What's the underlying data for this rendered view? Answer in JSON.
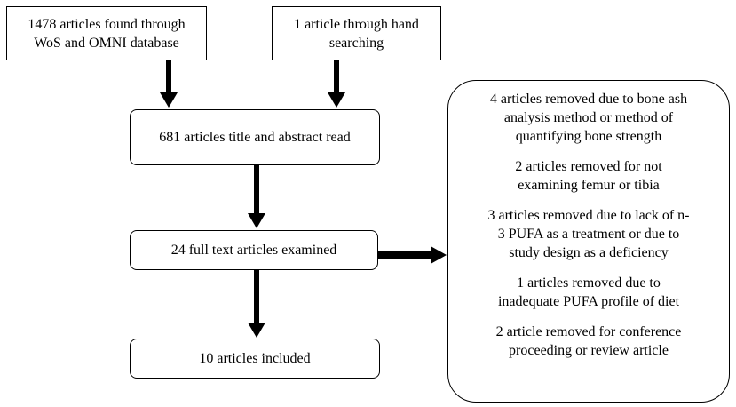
{
  "boxes": {
    "wos_search": [
      "1478 articles found through",
      "WoS and OMNI database"
    ],
    "hand_search": [
      "1 article through hand",
      "searching"
    ],
    "title_abstract": "681 articles title and abstract read",
    "full_text": "24 full text articles examined",
    "included": "10 articles included"
  },
  "removed": [
    [
      "4 articles removed due to bone ash",
      "analysis method or method of",
      "quantifying bone strength"
    ],
    [
      "2 articles removed for not",
      "examining femur or tibia"
    ],
    [
      "3 articles removed due to lack of n-",
      "3 PUFA as a treatment or due to",
      "study design as a deficiency"
    ],
    [
      "1 articles removed due to",
      "inadequate PUFA profile of diet"
    ],
    [
      "2 article removed for conference",
      "proceeding or review article"
    ]
  ]
}
